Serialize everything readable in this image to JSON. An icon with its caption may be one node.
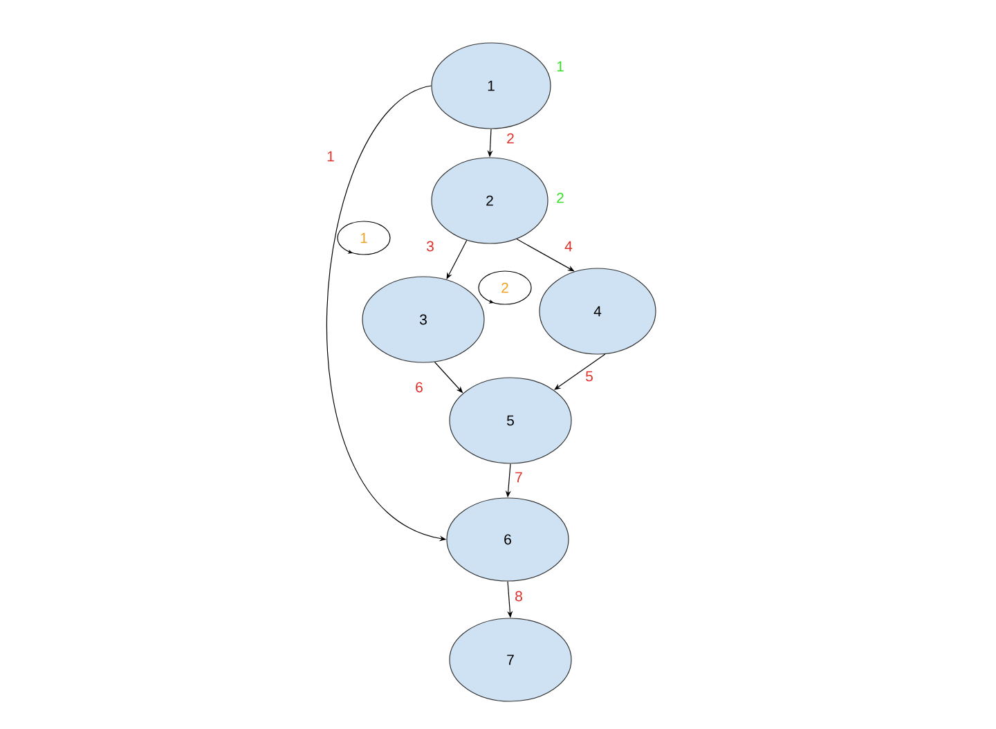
{
  "diagram": {
    "nodes": [
      {
        "text": [
          "1"
        ],
        "beside": [
          "1"
        ]
      },
      {
        "text": [
          "2"
        ],
        "beside": [
          "2"
        ]
      },
      {
        "text": [
          "3"
        ]
      },
      {
        "text": [
          "4"
        ]
      },
      {
        "text": [
          "5"
        ]
      },
      {
        "text": [
          "6"
        ]
      },
      {
        "text": [
          "7"
        ]
      },
      {
        "text": [
          "1"
        ]
      },
      {
        "text": [
          "2"
        ]
      }
    ],
    "edges": [
      {
        "from": 0,
        "to": 5,
        "arrow": "to",
        "label": "1"
      },
      {
        "from": 0,
        "to": 1,
        "arrow": "to",
        "label": "2"
      },
      {
        "from": 1,
        "to": 2,
        "arrow": "to",
        "label": "3"
      },
      {
        "from": 1,
        "to": 3,
        "arrow": "to",
        "label": "4"
      },
      {
        "from": 3,
        "to": 4,
        "arrow": "to",
        "label": "5"
      },
      {
        "from": 2,
        "to": 4,
        "arrow": "to",
        "label": "6"
      },
      {
        "from": 4,
        "to": 5,
        "arrow": "to",
        "label": "7"
      },
      {
        "from": 5,
        "to": 6,
        "arrow": "to",
        "label": "8"
      }
    ]
  }
}
